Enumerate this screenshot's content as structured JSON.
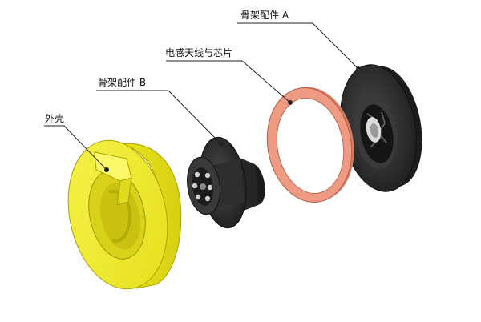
{
  "labels": {
    "frame_a": "骨架配件 A",
    "antenna": "电感天线与芯片",
    "frame_b": "骨架配件 B",
    "shell": "外壳"
  },
  "colors": {
    "shell_yellow": "#f0ec2c",
    "dark_part": "#2b2b2b",
    "copper_ring": "#e8907a",
    "leader_line": "#222222"
  }
}
